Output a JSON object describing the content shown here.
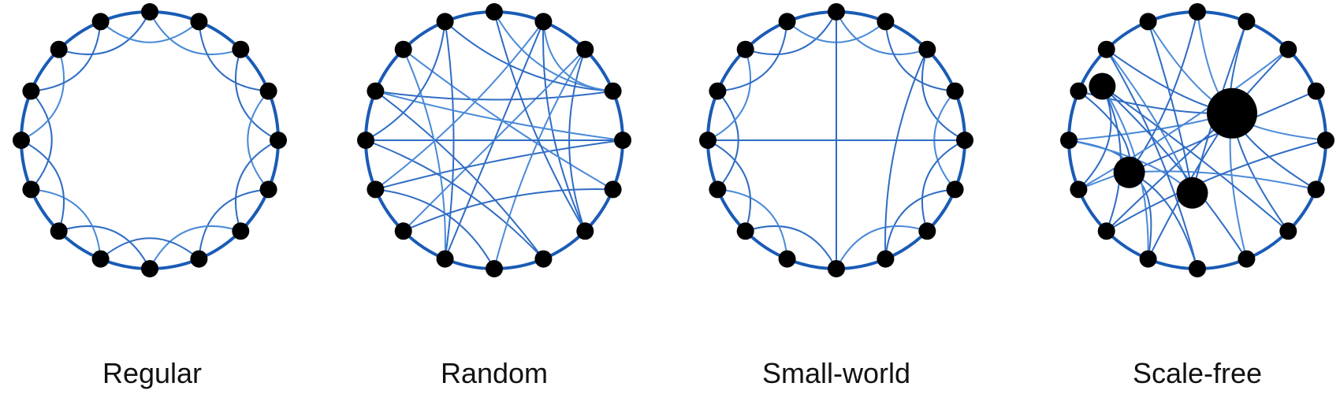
{
  "figure": {
    "colors": {
      "ring": "#1a5bb5",
      "edge": "#2f6cc4",
      "edge_light": "#4a8ad8",
      "node": "#000000",
      "label": "#111111"
    },
    "networks": [
      {
        "label": "Regular",
        "type": "regular",
        "node_count": 16,
        "hubs": []
      },
      {
        "label": "Random",
        "type": "random",
        "node_count": 16,
        "hubs": []
      },
      {
        "label": "Small-world",
        "type": "small-world",
        "node_count": 16,
        "hubs": []
      },
      {
        "label": "Scale-free",
        "type": "scale-free",
        "node_count": 16,
        "hubs": [
          "large",
          "medium",
          "medium",
          "small"
        ]
      }
    ]
  }
}
